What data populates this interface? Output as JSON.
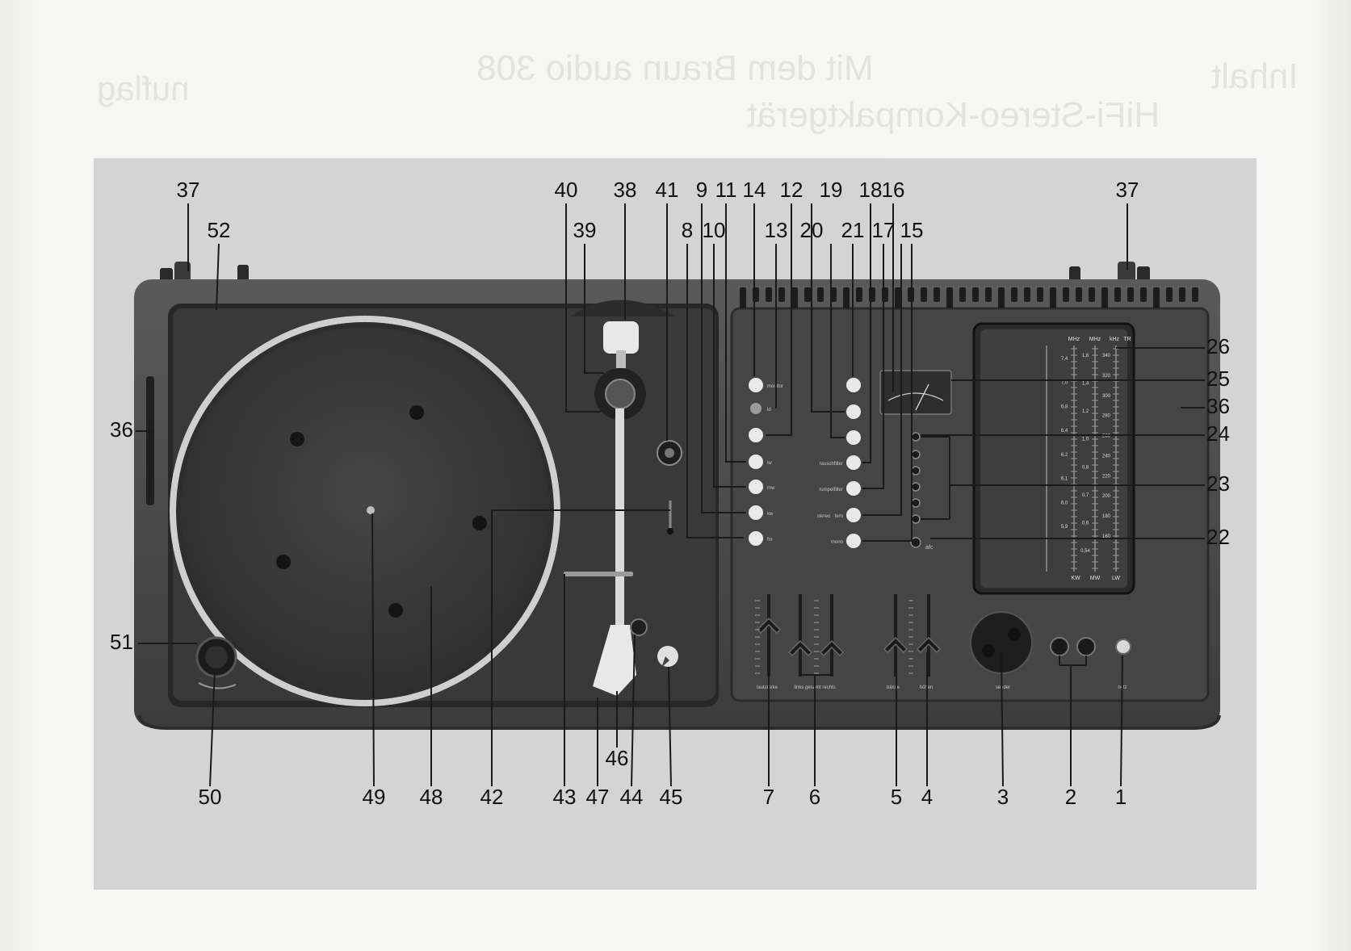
{
  "figure": {
    "kind": "labelled product photograph",
    "background_color": "#d4d4d4",
    "body_color": "#434343",
    "platter_color": "#3a3a3a"
  },
  "background_text": {
    "mirrored_title_1": "Mit dem Braun audio 308",
    "mirrored_title_2": "HiFi-Stereo-Kompaktgerät",
    "mirrored_inhalt": "Inhalt",
    "mirrored_left": "nuflag"
  },
  "callouts": {
    "top": [
      "37",
      "52",
      "40",
      "39",
      "38",
      "41",
      "8",
      "9",
      "10",
      "11",
      "14",
      "13",
      "12",
      "20",
      "19",
      "21",
      "18",
      "17",
      "16",
      "15",
      "37"
    ],
    "left": [
      "36",
      "51"
    ],
    "right": [
      "26",
      "25",
      "36",
      "24",
      "23",
      "22"
    ],
    "bottom": [
      "50",
      "49",
      "48",
      "42",
      "43",
      "47",
      "46",
      "44",
      "45",
      "7",
      "6",
      "5",
      "4",
      "3",
      "2",
      "1"
    ]
  },
  "panel_labels": {
    "b14": "monitor",
    "b13": "ld",
    "b12": "",
    "b11": "lw",
    "b10": "mw",
    "b9": "kw",
    "b8": "fm",
    "b20": "",
    "b19": "",
    "b18": "rauschfilter",
    "b17": "rumpelfilter",
    "b16": "stereo · fern",
    "b15": "mono",
    "afc": "afc",
    "s7": "lautstärke",
    "s6": "links  gesamt  rechts",
    "s5": "bässe",
    "s4": "höhen",
    "k3": "sender",
    "k1": "netz"
  },
  "scale": {
    "col1": "MHz",
    "col2": "MHz",
    "col3": "kHz",
    "col4": "TR",
    "foot1": "KW",
    "foot2": "MW",
    "foot3": "LW",
    "mw_values": [
      "1,6",
      "1,4",
      "1,2",
      "1,0",
      "0,8",
      "0,7",
      "0,6",
      "0,54"
    ],
    "kw_values": [
      "7,4",
      "7,0",
      "6,8",
      "6,4",
      "6,2",
      "6,1",
      "6,0",
      "5,9"
    ],
    "lw_values": [
      "340",
      "320",
      "300",
      "280",
      "260",
      "240",
      "220",
      "200",
      "180",
      "160"
    ]
  }
}
